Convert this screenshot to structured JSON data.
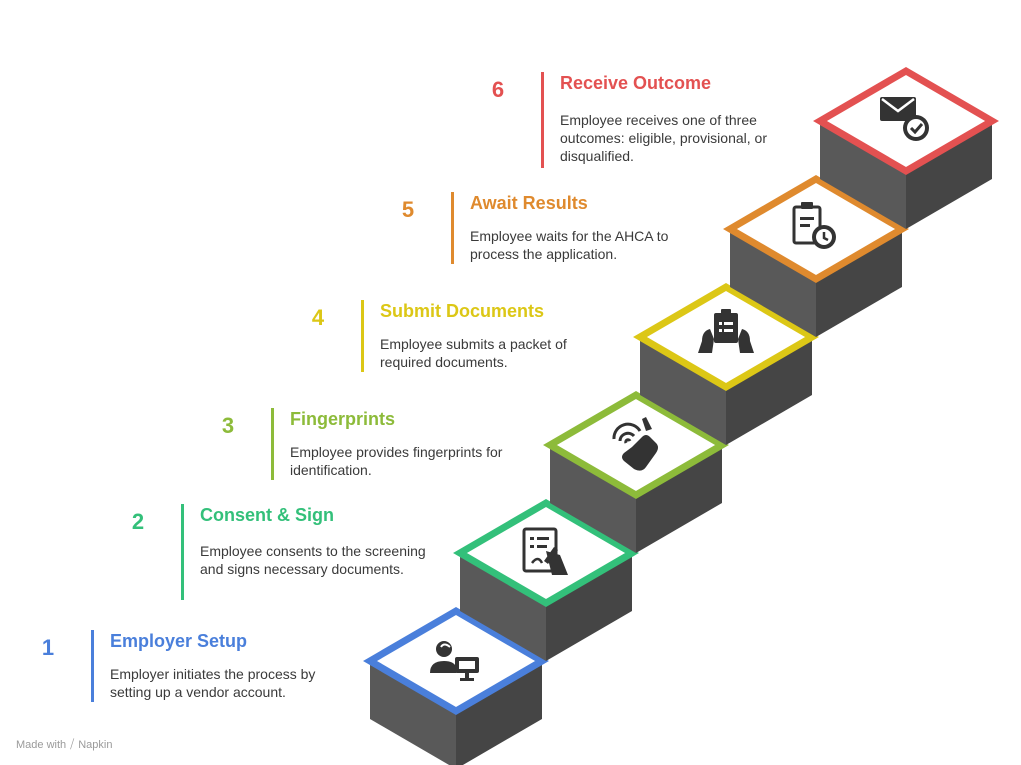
{
  "steps": [
    {
      "number": "1",
      "title": "Employer Setup",
      "description": "Employer initiates the process by setting up a vendor account.",
      "color": "#4a7fdb",
      "icon": "user-computer-icon"
    },
    {
      "number": "2",
      "title": "Consent & Sign",
      "description": "Employee consents to the screening and signs necessary documents.",
      "color": "#33c07a",
      "icon": "signing-document-icon"
    },
    {
      "number": "3",
      "title": "Fingerprints",
      "description": "Employee provides fingerprints for identification.",
      "color": "#8dbb3a",
      "icon": "fingerprint-hand-icon"
    },
    {
      "number": "4",
      "title": "Submit Documents",
      "description": "Employee submits a packet of required documents.",
      "color": "#dcc716",
      "icon": "clipboard-hands-icon"
    },
    {
      "number": "5",
      "title": "Await Results",
      "description": "Employee waits for the AHCA to process the application.",
      "color": "#df8a2e",
      "icon": "clipboard-clock-icon"
    },
    {
      "number": "6",
      "title": "Receive Outcome",
      "description": "Employee receives one of three outcomes: eligible, provisional, or disqualified.",
      "color": "#e35151",
      "icon": "envelope-check-icon"
    }
  ],
  "footer": {
    "made_with": "Made with",
    "brand": "Napkin"
  }
}
